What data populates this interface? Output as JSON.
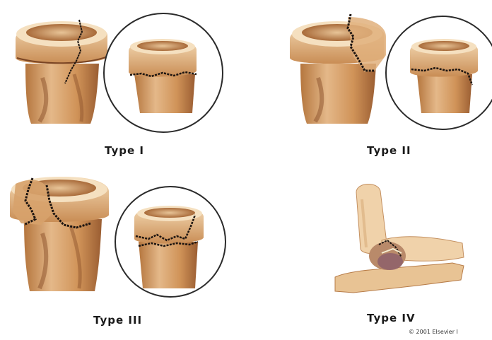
{
  "panels": [
    {
      "label": "Type I"
    },
    {
      "label": "Type II"
    },
    {
      "label": "Type III"
    },
    {
      "label": "Type IV"
    }
  ],
  "copyright": "© 2001 Elsevier I",
  "colors": {
    "bone_light": "#f1d2a8",
    "bone_mid": "#d9a46e",
    "bone_dark": "#a8683a",
    "bone_shadow": "#6e3e22",
    "fracture_line": "#1c1410",
    "circle_stroke": "#2b2b2b",
    "background": "#ffffff"
  },
  "icons": [
    "bone-illustration",
    "magnified-view-circle",
    "fracture-line"
  ]
}
